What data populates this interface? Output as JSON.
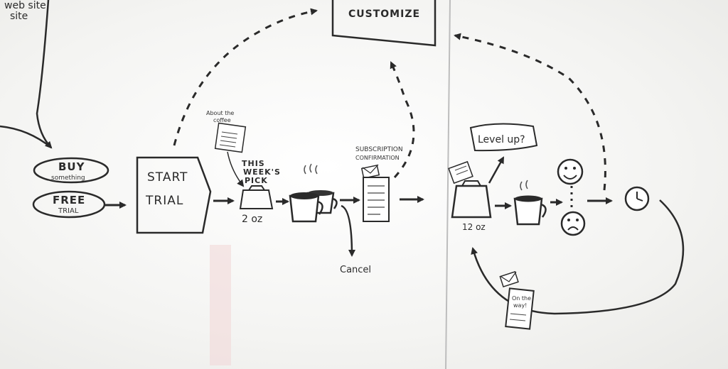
{
  "diagram": {
    "web_site": "web site",
    "customize": "CUSTOMIZE",
    "buy": "BUY",
    "buy_sub": "something",
    "free": "FREE",
    "free_sub": "TRIAL",
    "start": "START",
    "trial": "TRIAL",
    "about_note_1": "About the",
    "about_note_2": "coffee",
    "this_weeks_pick_1": "THIS",
    "this_weeks_pick_2": "WEEK'S",
    "this_weeks_pick_3": "PICK",
    "two_oz": "2 oz",
    "cancel": "Cancel",
    "sub_conf_1": "SUBSCRIPTION",
    "sub_conf_2": "CONFIRMATION",
    "level_up": "Level up?",
    "twelve_oz": "12 oz",
    "on_the_way_1": "On the",
    "on_the_way_2": "way!"
  }
}
